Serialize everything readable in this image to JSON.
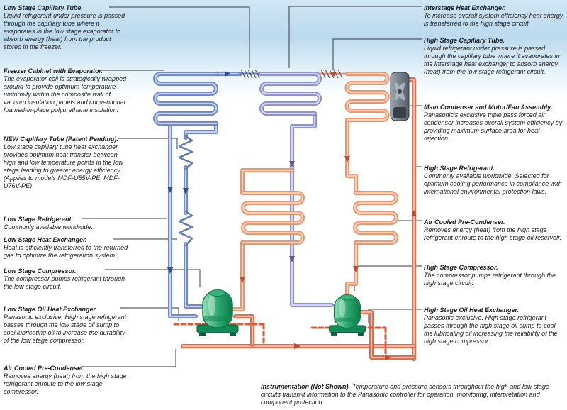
{
  "callouts_left": [
    {
      "title": "Low Stage Capillary Tube.",
      "body": "Liquid refrigerant under pressure is passed through the capillary tube where it evaporates in the low stage evaporator to absorb energy (heat) from the product stored in the freezer."
    },
    {
      "title": "Freezer Cabinet with Evaporator.",
      "body": "The evaporator coil is strategically wrapped around to provide optimum temperature uniformity within the composite wall of vacuum insulation panels and conventional foamed-in-place polyurethane insulation."
    },
    {
      "title": "NEW Capillary Tube (Patent Pending).",
      "body": "Low stage capillary tube heat exchanger provides optimum heat transfer between high and low temperature points in the low stage leading to greater energy efficiency. (Applies to models MDF-U55V-PE, MDF-U76V-PE)"
    },
    {
      "title": "Low Stage Refrigerant.",
      "body": "Commonly available worldwide."
    },
    {
      "title": "Low Stage Heat Exchanger.",
      "body": "Heat is efficiently transferred to the returned gas to optimize the refrigeration system."
    },
    {
      "title": "Low Stage Compressor.",
      "body": "The compressor pumps refrigerant through the low stage circuit."
    },
    {
      "title": "Low Stage Oil Heat Exchanger.",
      "body": "Panasonic exclusive. High stage refrigerant passes through the low stage oil sump to cool lubricating oil to increase the durability of the low stage compressor."
    },
    {
      "title": "Air Cooled Pre-Condenser.",
      "body": "Removes energy (heat) from the high stage refrigerant enroute to the low stage compressor."
    }
  ],
  "callouts_right": [
    {
      "title": "Interstage Heat Exchanger.",
      "body": "To increase overall system efficiency heat energy is transferred to the high stage circuit."
    },
    {
      "title": "High Stage Capillary Tube.",
      "body": "Liquid refrigerant under pressure is passed through the capillary tube where it evaporates in the interstage heat exchanger to absorb energy (heat) from the low stage refrigerant circuit."
    },
    {
      "title": "Main Condenser and Motor/Fan Assembly.",
      "body": "Panasonic's exclusive triple pass forced air condenser increases overall system efficiency by providing maximum surface area for heat rejection."
    },
    {
      "title": "High Stage Refrigerant.",
      "body": "Commonly available worldwide. Selected for optimum cooling performance in compliance with international environmental protection laws."
    },
    {
      "title": "Air Cooled Pre-Condenser.",
      "body": "Removes energy (heat) from the high stage refrigerant enroute to the high stage oil reservoir."
    },
    {
      "title": "High Stage Compressor.",
      "body": "The compressor pumps refrigerant through the high stage circuit."
    },
    {
      "title": "High Stage Oil Heat Exchanger.",
      "body": "Panasonic exclusive. High stage refrigerant passes through the high stage oil sump to cool the lubricating oil increasing the reliability of the high stage compressor."
    }
  ],
  "footnote": {
    "title": "Instrumentation (Not Shown).",
    "body": "Temperature and pressure sensors throughout the high and low stage circuits transmit information to the Panasonic controller for operation, monitoring, interpretation and component protection."
  },
  "colors": {
    "low_stage_pipe": "#6d86c9",
    "interstage_pipe": "#8b8fce",
    "high_stage_pipe": "#e8946d",
    "discharge_pipe": "#dd6a4a",
    "compressor_green": "#2aa56b",
    "background_sky": "#bcd9ee"
  }
}
